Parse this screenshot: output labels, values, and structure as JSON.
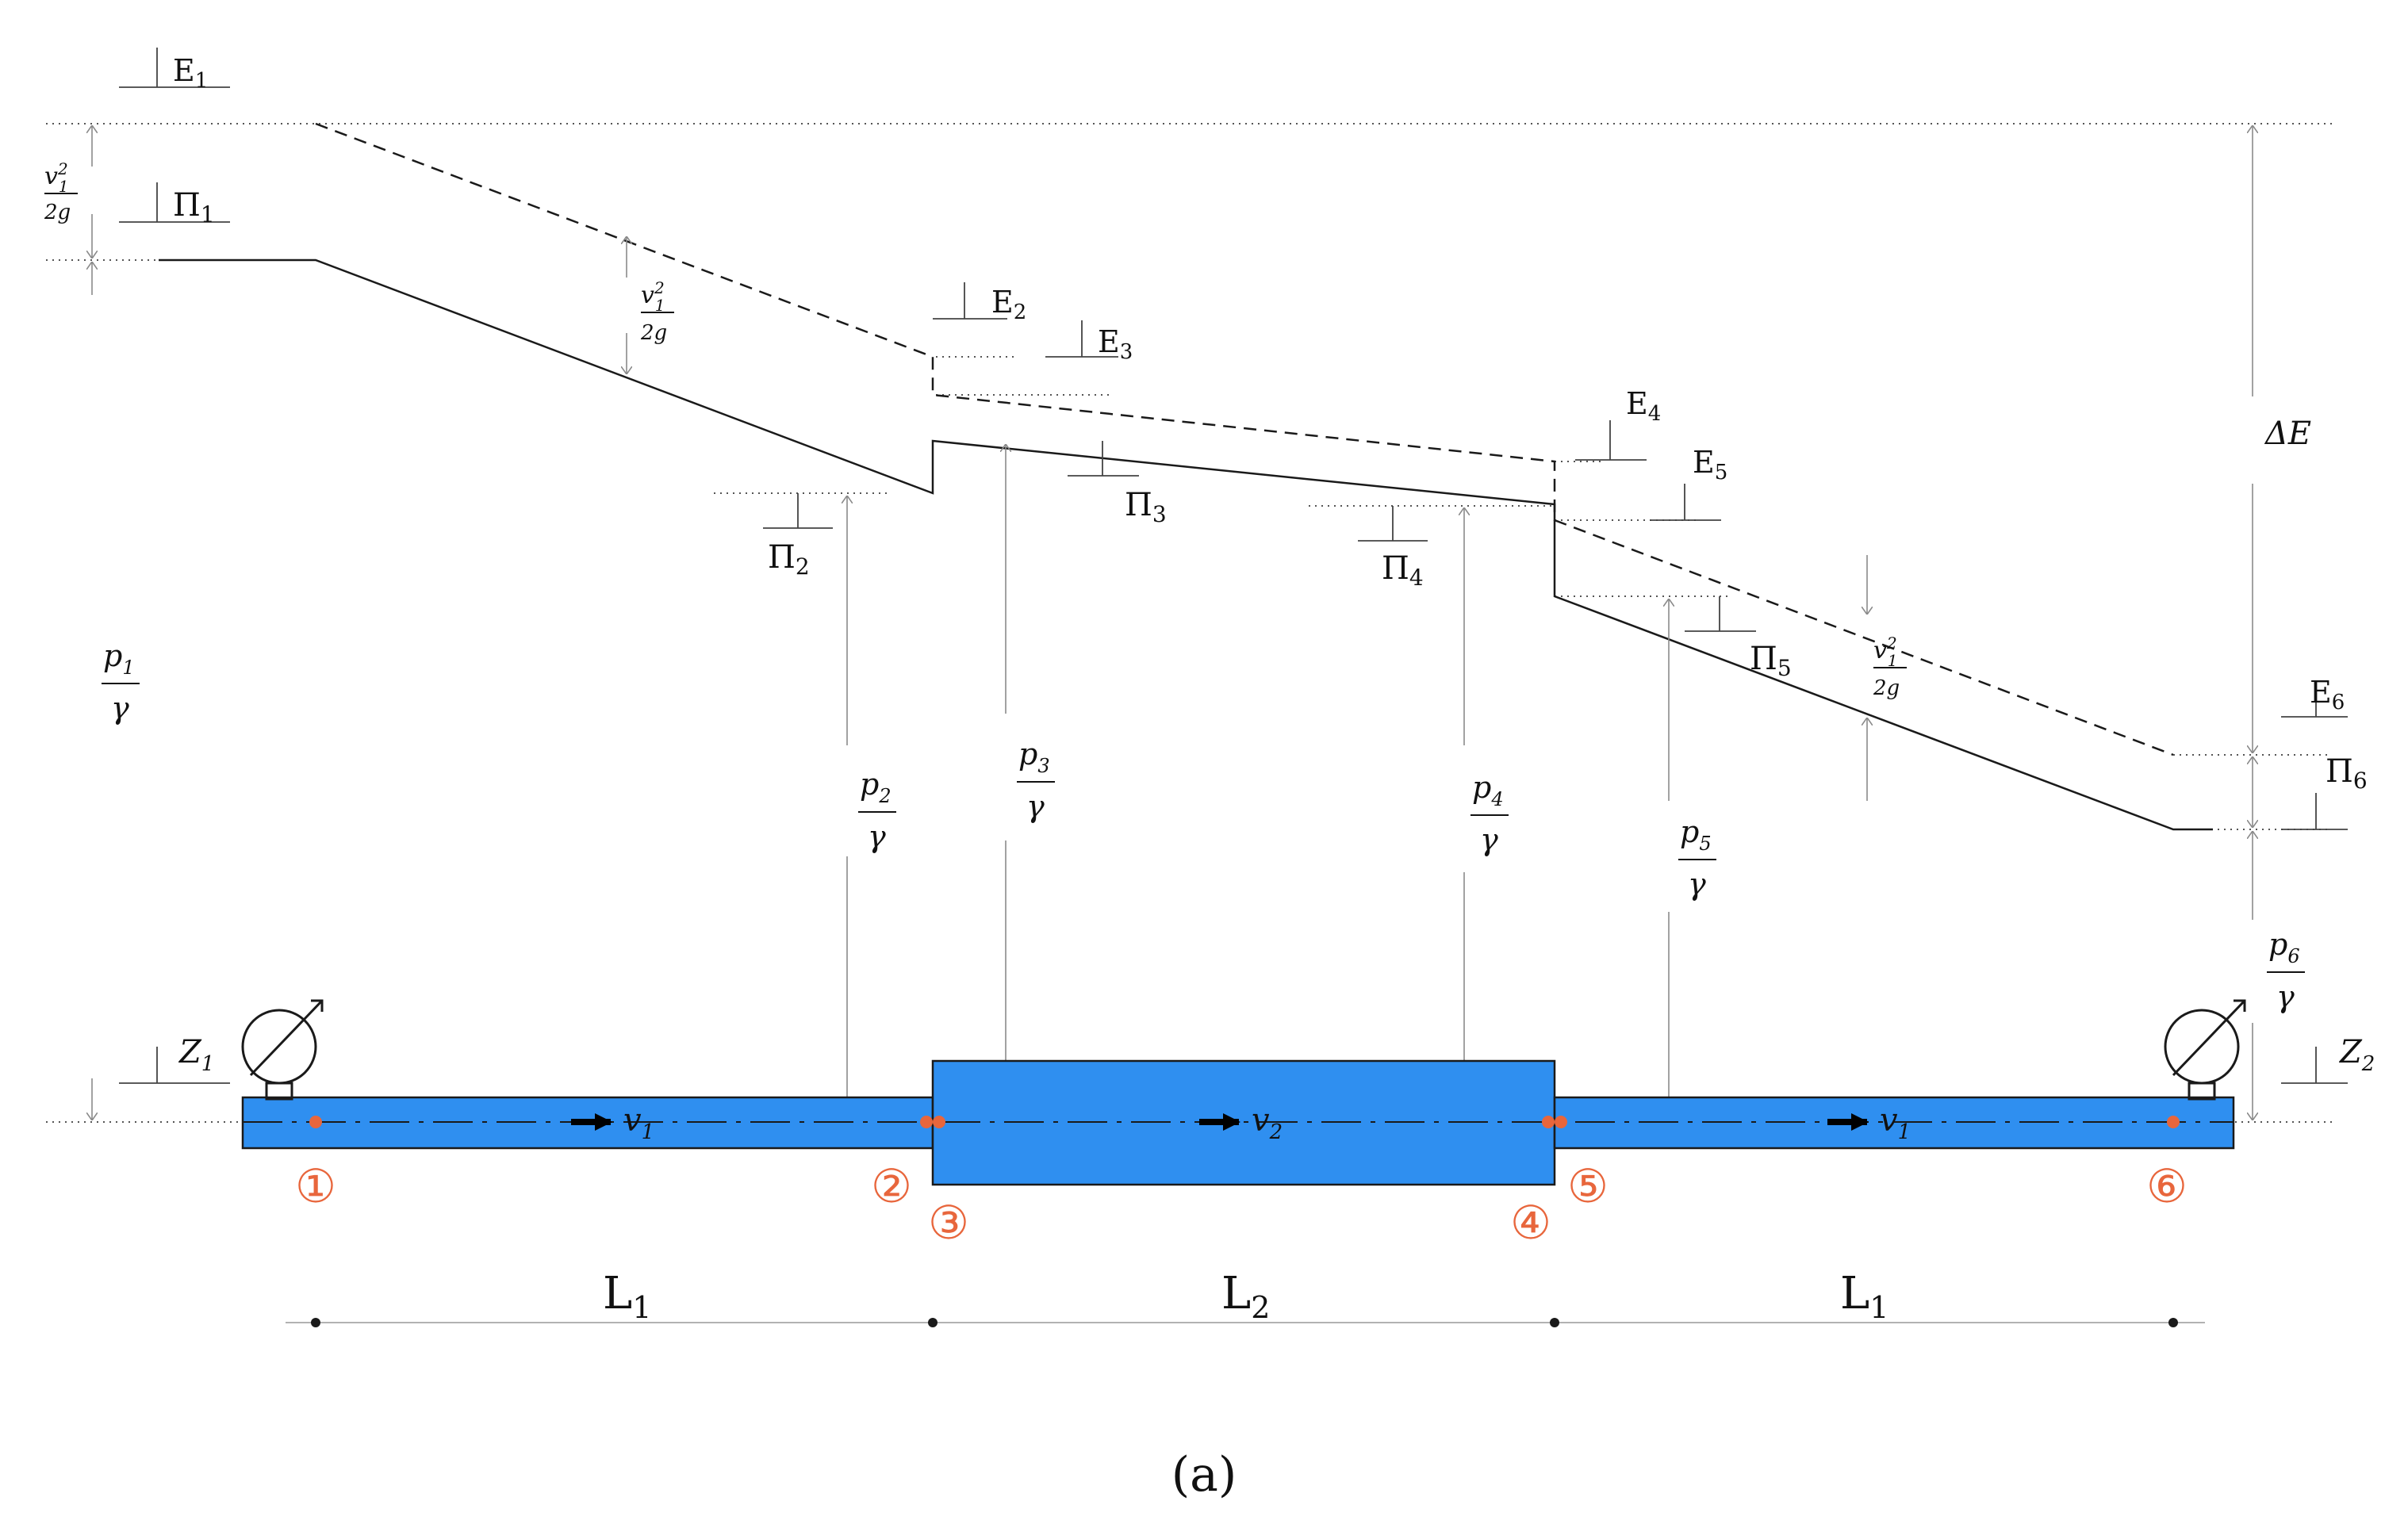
{
  "diagram": {
    "colors": {
      "pipe_fill": "#2f8ff0",
      "pipe_stroke": "#1a1a1a",
      "point_marker": "#e8663c",
      "line": "#1a1a1a",
      "guide": "#999999"
    },
    "energy_labels": {
      "E1": {
        "base": "E",
        "sub": "1"
      },
      "E2": {
        "base": "E",
        "sub": "2"
      },
      "E3": {
        "base": "E",
        "sub": "3"
      },
      "E4": {
        "base": "E",
        "sub": "4"
      },
      "E5": {
        "base": "E",
        "sub": "5"
      },
      "E6": {
        "base": "E",
        "sub": "6"
      }
    },
    "piezo_labels": {
      "P1": {
        "base": "Π",
        "sub": "1"
      },
      "P2": {
        "base": "Π",
        "sub": "2"
      },
      "P3": {
        "base": "Π",
        "sub": "3"
      },
      "P4": {
        "base": "Π",
        "sub": "4"
      },
      "P5": {
        "base": "Π",
        "sub": "5"
      },
      "P6": {
        "base": "Π",
        "sub": "6"
      }
    },
    "velocity_head": {
      "num": "v",
      "num_sub": "1",
      "num_sup": "2",
      "den": "2g"
    },
    "pressure_heads": {
      "p1": {
        "num": "p",
        "sub": "1",
        "den": "γ"
      },
      "p2": {
        "num": "p",
        "sub": "2",
        "den": "γ"
      },
      "p3": {
        "num": "p",
        "sub": "3",
        "den": "γ"
      },
      "p4": {
        "num": "p",
        "sub": "4",
        "den": "γ"
      },
      "p5": {
        "num": "p",
        "sub": "5",
        "den": "γ"
      },
      "p6": {
        "num": "p",
        "sub": "6",
        "den": "γ"
      }
    },
    "delta_e": "ΔE",
    "elevations": {
      "z1": {
        "base": "Z",
        "sub": "1"
      },
      "z2": {
        "base": "Z",
        "sub": "2"
      }
    },
    "velocities": {
      "v1a": {
        "base": "v",
        "sub": "1"
      },
      "v2": {
        "base": "v",
        "sub": "2"
      },
      "v1b": {
        "base": "v",
        "sub": "1"
      }
    },
    "sections": [
      "①",
      "②",
      "③",
      "④",
      "⑤",
      "⑥"
    ],
    "lengths": {
      "l1a": {
        "base": "L",
        "sub": "1"
      },
      "l2": {
        "base": "L",
        "sub": "2"
      },
      "l1b": {
        "base": "L",
        "sub": "1"
      }
    },
    "caption": "(a)"
  }
}
